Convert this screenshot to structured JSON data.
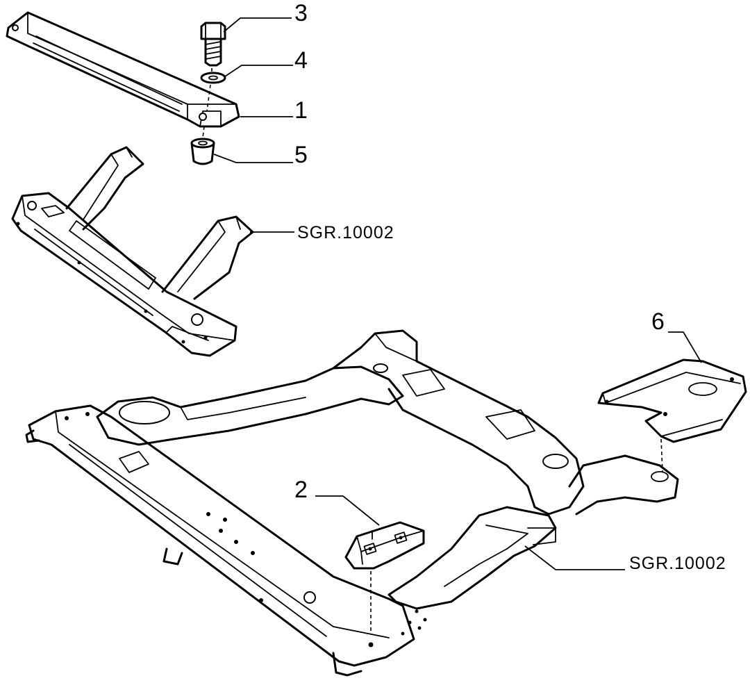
{
  "callouts": {
    "c1": "1",
    "c2": "2",
    "c3": "3",
    "c4": "4",
    "c5": "5",
    "c6": "6"
  },
  "refs": {
    "ref_upper": "SGR.10002",
    "ref_lower": "SGR.10002"
  }
}
